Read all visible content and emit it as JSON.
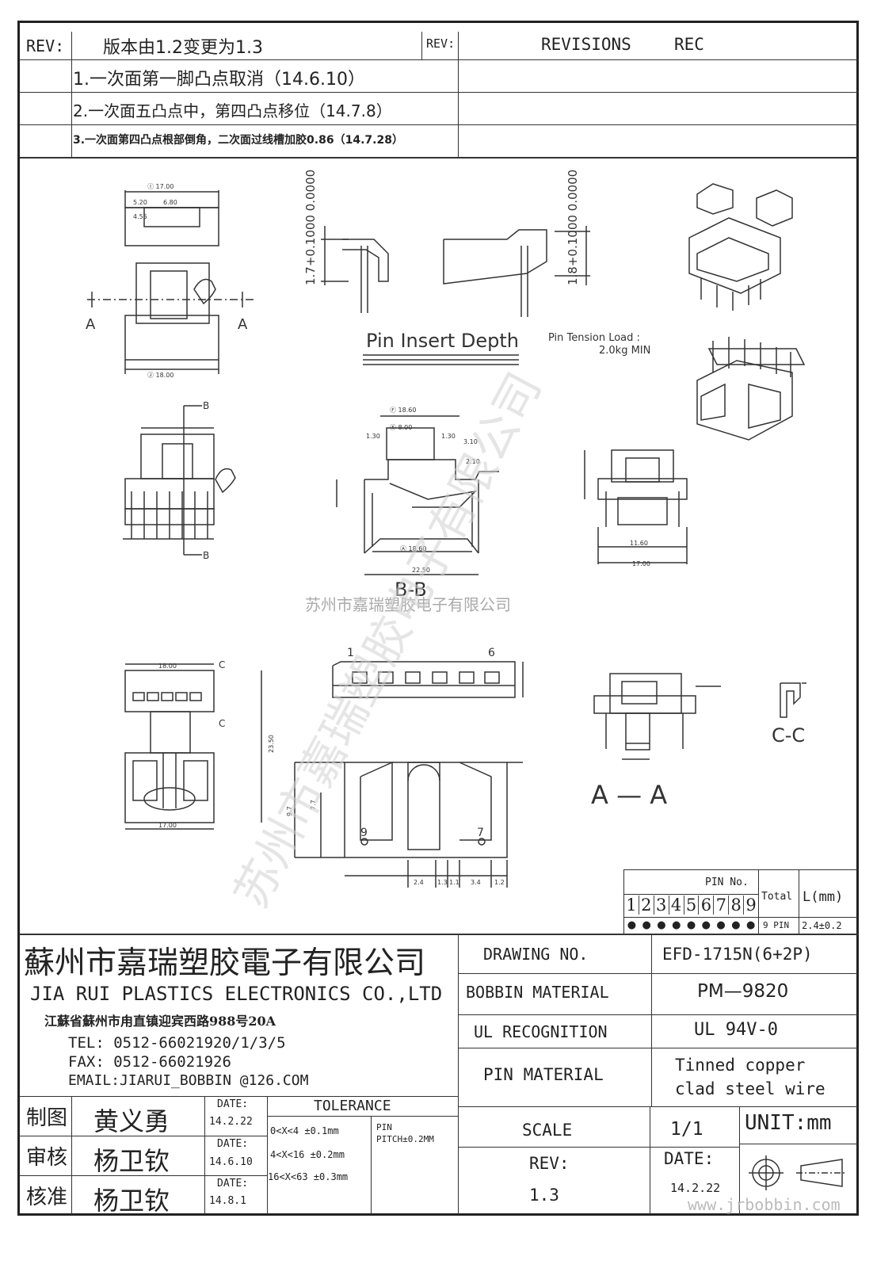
{
  "revision_block": {
    "rev_label": "REV:",
    "rev_title": "版本由1.2变更为1.3",
    "rev_label2": "REV:",
    "revisions_header": "REVISIONS",
    "rec_header": "REC",
    "items": [
      "1.一次面第一脚凸点取消（14.6.10）",
      "2.一次面五凸点中，第四凸点移位（14.7.8）",
      "3.一次面第四凸点根部倒角，二次面过线槽加胶0.86（14.7.28）"
    ]
  },
  "drawing": {
    "pin_insert_depth": "Pin Insert Depth",
    "pin_tension_line1": "Pin Tension Load :",
    "pin_tension_line2": "2.0kg MIN",
    "dim_left_depth": "1.7+0.1000 0.0000",
    "dim_right_depth": "1.8+0.1000 0.0000",
    "section_bb": "B-B",
    "section_aa": "A — A",
    "section_cc": "C-C",
    "watermark_center": "苏州市嘉瑞塑胶电子有限公司",
    "watermark_diag": "苏州市嘉瑞塑胶电子有限公司",
    "label_a": "A",
    "top_dims": {
      "i": "Ⓘ 17.00",
      "d520": "5.20",
      "d680": "6.80",
      "d455": "4.55",
      "j": "Ⓙ 18.00"
    },
    "bb_dims": {
      "f": "Ⓕ 18.60",
      "e": "Ⓔ 8.00",
      "a": "Ⓐ 18.60",
      "w": "22.50",
      "d130a": "1.30",
      "d130b": "1.30",
      "d310": "3.10",
      "d210": "2.10"
    },
    "pin_labels": {
      "p1": "1",
      "p6": "6",
      "p9": "9",
      "p7": "7"
    },
    "bottom_dims": {
      "d24": "2.4",
      "d13a": "1.3",
      "d11": "1.1",
      "d34": "3.4",
      "d12": "1.2",
      "d77": "7.7",
      "d97": "9.7"
    },
    "side_dims": {
      "d1700": "17.00",
      "d1800": "18.00",
      "d2350": "23.50",
      "d1160": "11.60"
    },
    "b_marker": "B",
    "c_marker": "C"
  },
  "pin_table": {
    "header": "PIN No.",
    "total_label": "Total",
    "l_label": "L(mm)",
    "pins": [
      "1",
      "2",
      "3",
      "4",
      "5",
      "6",
      "7",
      "8",
      "9"
    ],
    "pin_count": "9 PIN",
    "length": "2.4±0.2"
  },
  "title_block": {
    "company_cn": "蘇州市嘉瑞塑胶電子有限公司",
    "company_en": "JIA RUI PLASTICS ELECTRONICS CO.,LTD",
    "address": "江蘇省蘇州市甪直镇迎宾西路988号20A",
    "tel": "TEL: 0512-66021920/1/3/5",
    "fax": "FAX: 0512-66021926",
    "email": "EMAIL:JIARUI_BOBBIN @126.COM",
    "drawing_no_label": "DRAWING  NO.",
    "drawing_no": "EFD-1715N(6+2P)",
    "bobbin_material_label": "BOBBIN  MATERIAL",
    "bobbin_material": "PM—9820",
    "ul_label": "UL RECOGNITION",
    "ul_value": "UL 94V-0",
    "pin_material_label": "PIN MATERIAL",
    "pin_material_1": "Tinned copper",
    "pin_material_2": "clad steel wire",
    "scale_label": "SCALE",
    "scale_value": "1/1",
    "unit": "UNIT:mm",
    "rev_label": "REV:",
    "rev_value": "1.3",
    "date_label": "DATE:",
    "date_value": "14.2.22",
    "tolerance_title": "TOLERANCE",
    "tol_1": "0<X<4  ±0.1mm",
    "tol_2": "4<X<16 ±0.2mm",
    "tol_3": "16<X<63 ±0.3mm",
    "pin_pitch_1": "PIN",
    "pin_pitch_2": "PITCH±0.2MM",
    "signoff": [
      {
        "role": "制图",
        "name": "黄义勇",
        "date_label": "DATE:",
        "date": "14.2.22"
      },
      {
        "role": "审核",
        "name": "杨卫钦",
        "date_label": "DATE:",
        "date": "14.6.10"
      },
      {
        "role": "核准",
        "name": "杨卫钦",
        "date_label": "DATE:",
        "date": "14.8.1"
      }
    ],
    "website": "www.jrbobbin.com"
  }
}
